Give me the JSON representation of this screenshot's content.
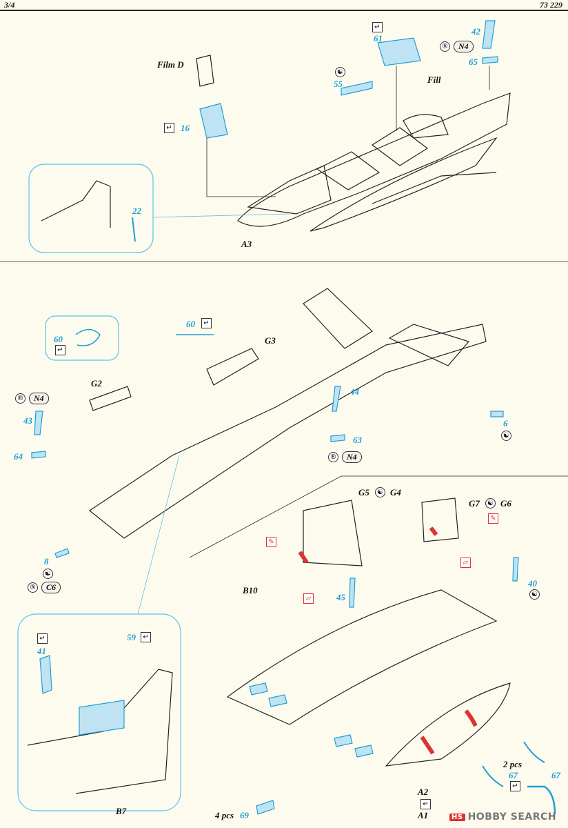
{
  "header": {
    "page": "3/4",
    "code": "73 229"
  },
  "labels": {
    "film_d": "Film D",
    "fill": "Fill",
    "a3": "A3",
    "g3": "G3",
    "g2": "G2",
    "g5": "G5",
    "g4": "G4",
    "g7": "G7",
    "g6": "G6",
    "b10": "B10",
    "b7": "B7",
    "a2": "A2",
    "a1": "A1",
    "two_pcs": "2 pcs",
    "four_pcs": "4 pcs",
    "n4": "N4",
    "c6": "C6"
  },
  "parts": {
    "p16": "16",
    "p22": "22",
    "p55": "55",
    "p61": "61",
    "p42": "42",
    "p65": "65",
    "p60a": "60",
    "p60b": "60",
    "p44": "44",
    "p43": "43",
    "p64": "64",
    "p63": "63",
    "p6": "6",
    "p8": "8",
    "p45": "45",
    "p40": "40",
    "p59": "59",
    "p41": "41",
    "p67a": "67",
    "p67b": "67",
    "p69": "69"
  },
  "icons": {
    "fold": "↵",
    "mirror": "☯",
    "bend": "↵"
  },
  "watermark": "HOBBY SEARCH"
}
